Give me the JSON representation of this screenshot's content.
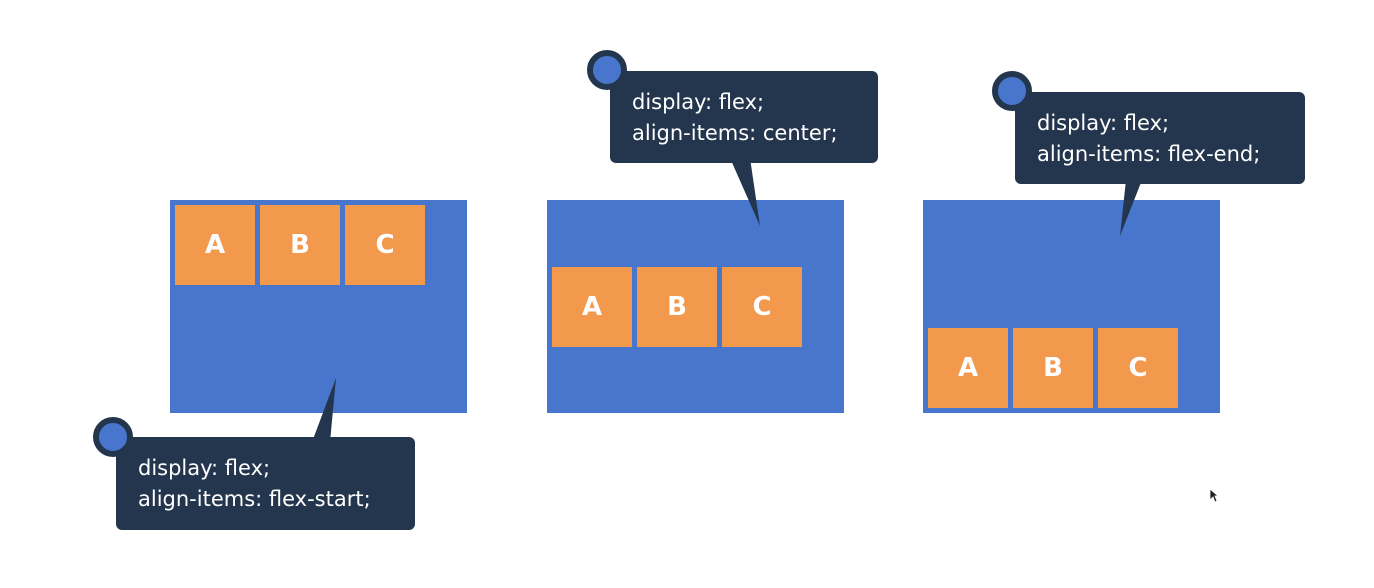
{
  "colors": {
    "container_bg": "#4876cd",
    "item_bg": "#f2994e",
    "bubble_bg": "#24364d",
    "text_light": "#ffffff"
  },
  "examples": [
    {
      "items": [
        "A",
        "B",
        "C"
      ],
      "code_line1": "display: flex;",
      "code_line2": "align-items: flex-start;"
    },
    {
      "items": [
        "A",
        "B",
        "C"
      ],
      "code_line1": "display: flex;",
      "code_line2": "align-items: center;"
    },
    {
      "items": [
        "A",
        "B",
        "C"
      ],
      "code_line1": "display: flex;",
      "code_line2": "align-items: flex-end;"
    }
  ],
  "cursor_icon": "mouse-pointer-icon"
}
